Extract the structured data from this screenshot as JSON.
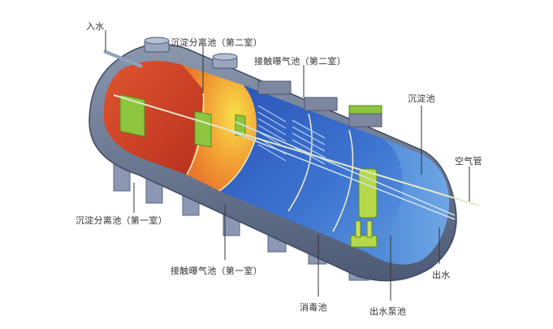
{
  "diagram": {
    "type": "cutaway",
    "subject": "integrated buried wastewater treatment tank",
    "labels": [
      {
        "id": "inlet",
        "text": "入水"
      },
      {
        "id": "sed2",
        "text": "沉淀分离池（第二室）"
      },
      {
        "id": "aer2",
        "text": "接触曝气池（第二室）"
      },
      {
        "id": "settling",
        "text": "沉淀池"
      },
      {
        "id": "air_pipe",
        "text": "空气管"
      },
      {
        "id": "sed1",
        "text": "沉淀分离池（第一室）"
      },
      {
        "id": "aer1",
        "text": "接触曝气池（第一室）"
      },
      {
        "id": "outlet",
        "text": "出水"
      },
      {
        "id": "disinfect",
        "text": "消毒池"
      },
      {
        "id": "pump",
        "text": "出水泵池"
      }
    ],
    "colors": {
      "shell": "#6e7d96",
      "shell_dark": "#4e5c78",
      "sed1_fill": "#d8432a",
      "sed2_fill": "#f08a2a",
      "transition_fill": "#f2d84a",
      "aeration_fill": "#2f5cc4",
      "water_blue": "#4a88d8",
      "equipment_green": "#8cc63e",
      "pipe_light": "#cfe3f0",
      "callout_line": "#333333"
    }
  }
}
